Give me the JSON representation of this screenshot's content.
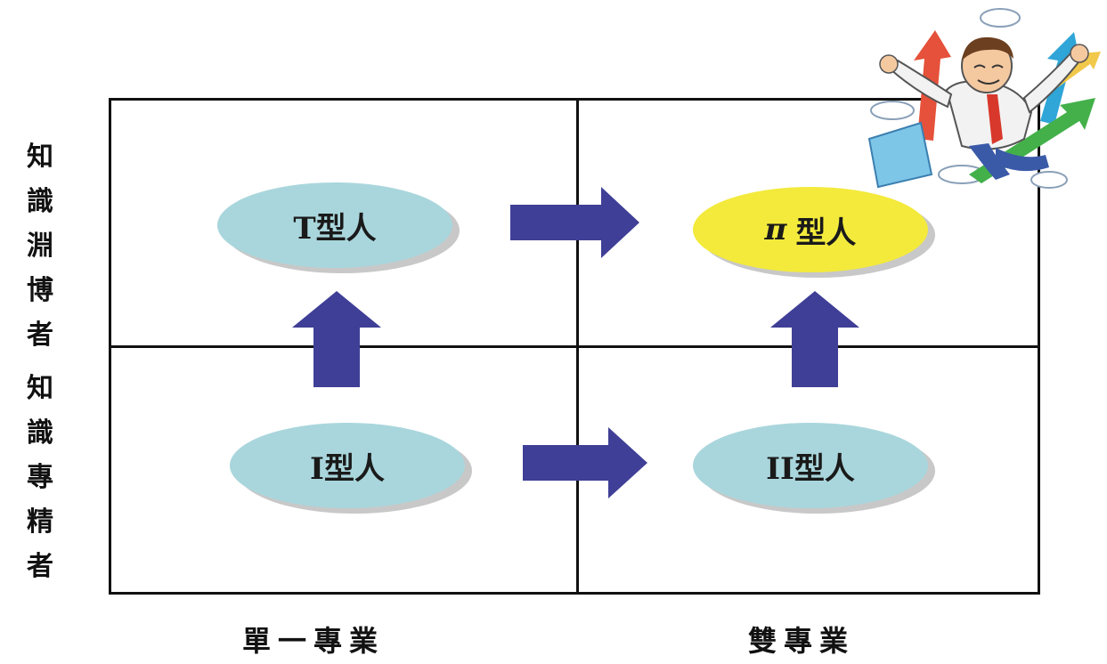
{
  "y_axis": {
    "top_label": [
      "知",
      "識",
      "淵",
      "博",
      "者"
    ],
    "bottom_label": [
      "知",
      "識",
      "專",
      "精",
      "者"
    ]
  },
  "x_axis": {
    "left_label": "單一專業",
    "right_label": "雙專業"
  },
  "nodes": {
    "t_type": "T型人",
    "pi_type_symbol": "π",
    "pi_type_text": "型人",
    "i_type": "I型人",
    "ii_type": "II型人"
  },
  "colors": {
    "node_fill": "#a9d6dc",
    "highlight_fill": "#f3ea3c",
    "arrow_fill": "#3f3f97",
    "grid_line": "#111111"
  }
}
